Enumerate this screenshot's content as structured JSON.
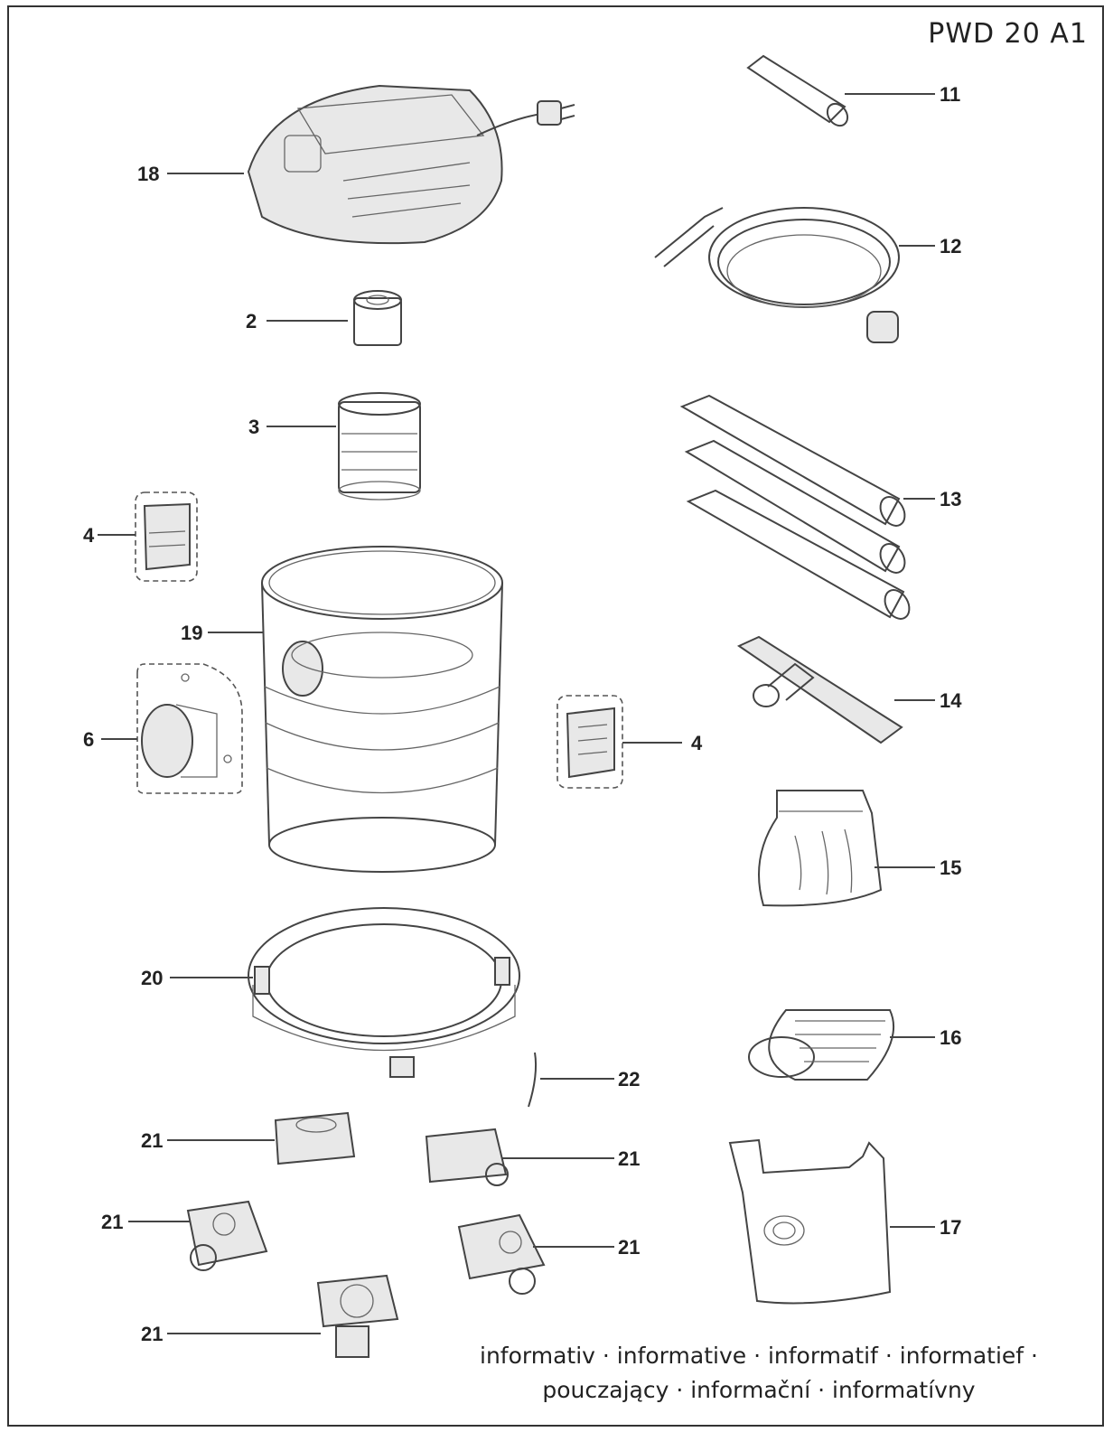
{
  "model": "PWD 20 A1",
  "footer": {
    "line1": "informativ · informative · informatif · informatief ·",
    "line2": "pouczający · informační · informatívny"
  },
  "labels": {
    "p18": "18",
    "p2": "2",
    "p3": "3",
    "p4_left": "4",
    "p19": "19",
    "p6": "6",
    "p4_right": "4",
    "p20": "20",
    "p22": "22",
    "p21_a": "21",
    "p21_b": "21",
    "p21_c": "21",
    "p21_d": "21",
    "p21_e": "21",
    "p11": "11",
    "p12": "12",
    "p13": "13",
    "p14": "14",
    "p15": "15",
    "p16": "16",
    "p17": "17"
  }
}
